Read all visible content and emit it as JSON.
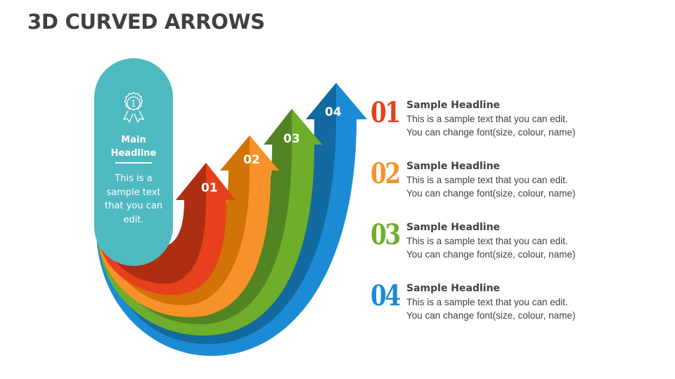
{
  "title": "3D CURVED ARROWS",
  "colors": {
    "teal": "#4fb9c1",
    "red": "#e8401c",
    "red_dark": "#ad2e13",
    "orange": "#f7922a",
    "orange_dark": "#d17306",
    "green": "#6eae2b",
    "green_dark": "#538424",
    "blue": "#1b8bd5",
    "blue_dark": "#136aa1",
    "text": "#404040"
  },
  "pill": {
    "icon": "award-ribbon-icon",
    "badge_number": "1",
    "headline_line1": "Main",
    "headline_line2": "Headline",
    "body": "This is a sample text that you can edit."
  },
  "arrows": [
    {
      "label": "01",
      "color": "red"
    },
    {
      "label": "02",
      "color": "orange"
    },
    {
      "label": "03",
      "color": "green"
    },
    {
      "label": "04",
      "color": "blue"
    }
  ],
  "items": [
    {
      "number": "01",
      "headline": "Sample Headline",
      "line1": "This is a sample text that you can edit.",
      "line2": "You can change font(size, colour, name)",
      "color": "#e8401c"
    },
    {
      "number": "02",
      "headline": "Sample Headline",
      "line1": "This is a sample text that you can edit.",
      "line2": "You can change font(size, colour, name)",
      "color": "#f7922a"
    },
    {
      "number": "03",
      "headline": "Sample Headline",
      "line1": "This is a sample text that you can edit.",
      "line2": "You can change font(size, colour, name)",
      "color": "#6eae2b"
    },
    {
      "number": "04",
      "headline": "Sample Headline",
      "line1": "This is a sample text that you can edit.",
      "line2": "You can change font(size, colour, name)",
      "color": "#1b8bd5"
    }
  ]
}
